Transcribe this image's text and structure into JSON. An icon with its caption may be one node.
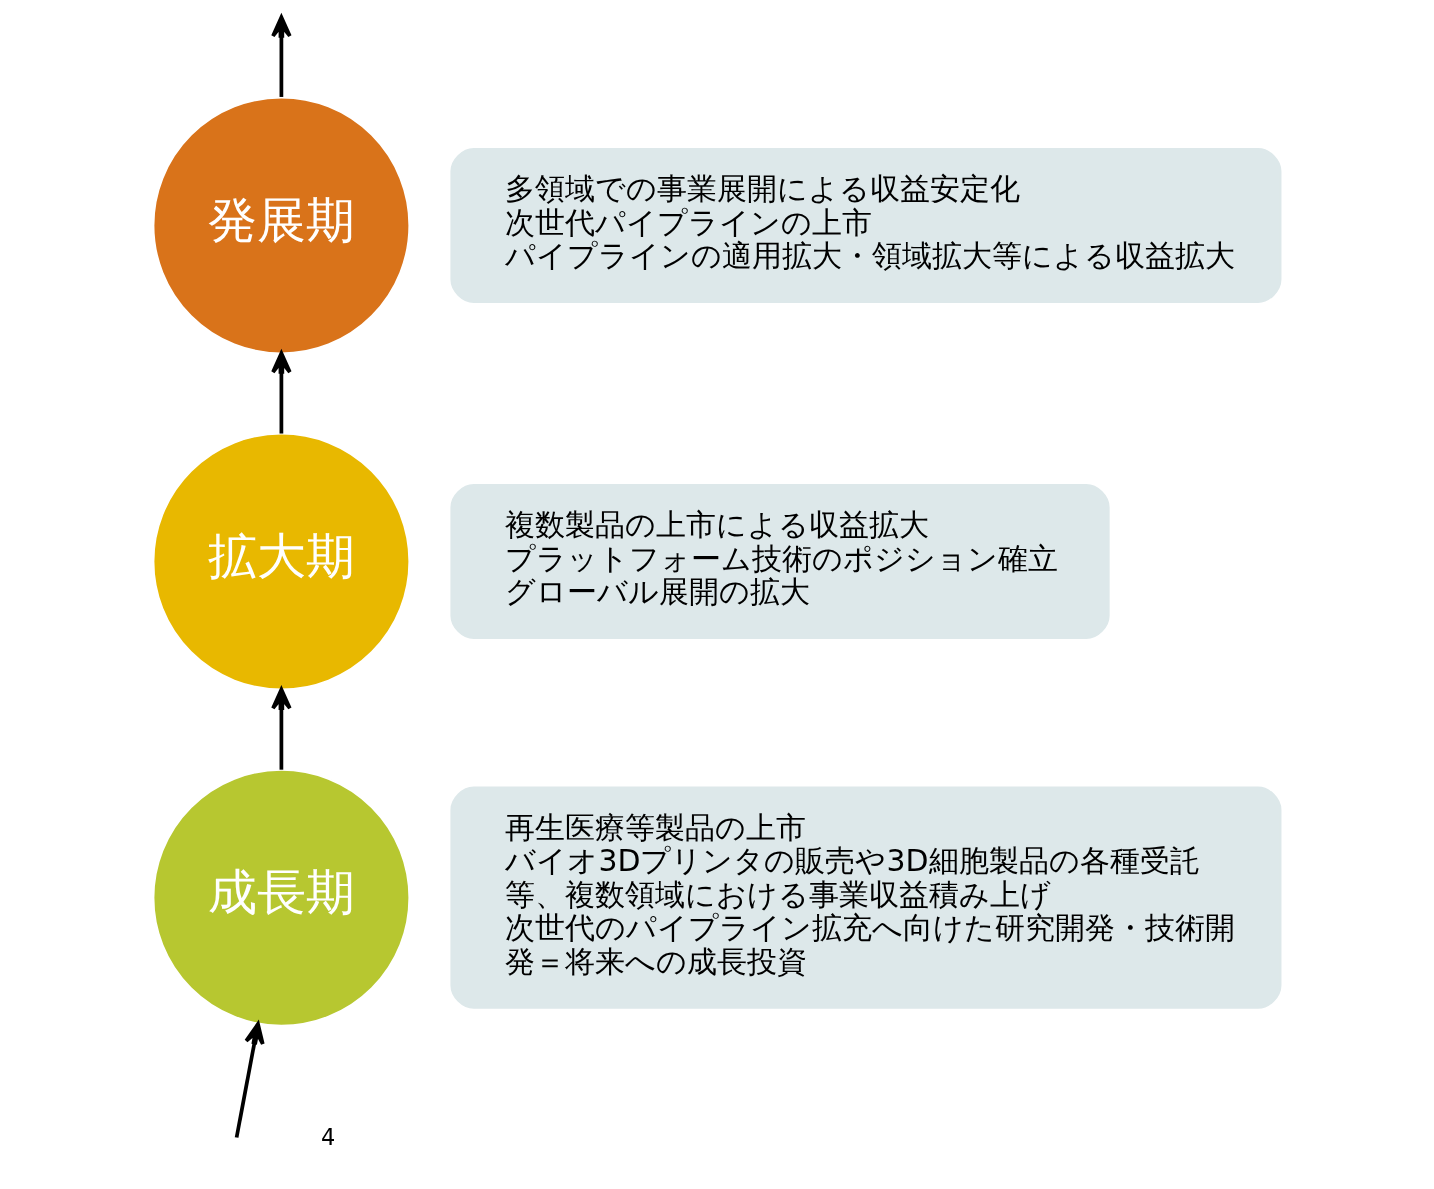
{
  "diagram": {
    "nodes": [
      {
        "text": [
          "発展期"
        ]
      },
      {
        "text": [
          "多領域での事業展開による収益安定化",
          "次世代パイプラインの上市",
          "パイプラインの適用拡大・領域拡大等による収益拡大"
        ]
      },
      {
        "text": [
          "拡大期"
        ]
      },
      {
        "text": [
          "複数製品の上市による収益拡大",
          "プラットフォーム技術のポジション確立",
          "グローバル展開の拡大"
        ]
      },
      {
        "text": [
          "成長期"
        ]
      },
      {
        "text": [
          "再生医療等製品の上市",
          "バイオ3Dプリンタの販売や3D細胞製品の各種受託等、複数領域における事業収益積み上げ",
          "次世代のパイプライン拡充へ向けた研究開発・技術開発＝将来への成長投資"
        ]
      }
    ],
    "edges": [
      {
        "from": null,
        "to": 4,
        "arrow": "to"
      },
      {
        "from": 4,
        "to": 2,
        "arrow": "to"
      },
      {
        "from": 2,
        "to": 0,
        "arrow": "to"
      },
      {
        "from": 0,
        "to": null,
        "arrow": "to"
      }
    ],
    "labels": [
      "4"
    ]
  }
}
